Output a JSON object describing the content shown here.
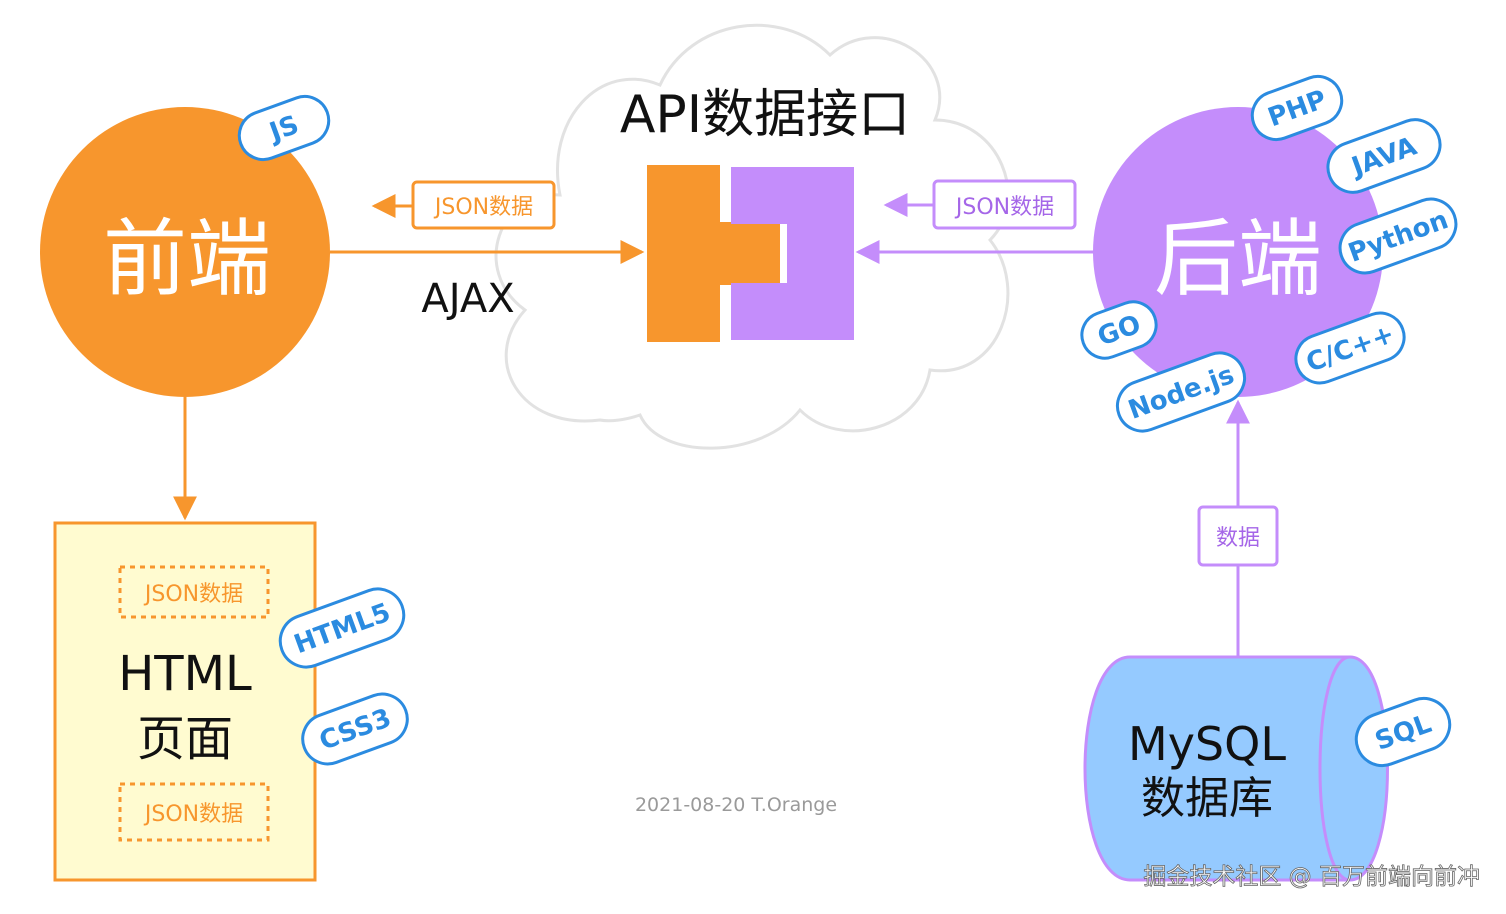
{
  "colors": {
    "orange": "#f7962d",
    "purple": "#c48dfb",
    "blue_tag": "#2b8be0",
    "doc_fill": "#fffbd0",
    "db_fill": "#95caff"
  },
  "api": {
    "title": "API数据接口"
  },
  "frontend": {
    "label": "前端",
    "tags": [
      "JS"
    ],
    "json_label": "JSON数据",
    "ajax_label": "AJAX"
  },
  "backend": {
    "label": "后端",
    "tags": [
      "PHP",
      "JAVA",
      "Python",
      "GO",
      "C/C++",
      "Node.js"
    ],
    "json_label": "JSON数据"
  },
  "html_page": {
    "line1": "HTML",
    "line2": "页面",
    "json_top": "JSON数据",
    "json_bottom": "JSON数据",
    "tags": [
      "HTML5",
      "CSS3"
    ]
  },
  "database": {
    "line1": "MySQL",
    "line2": "数据库",
    "tag": "SQL",
    "arrow_label": "数据"
  },
  "credit": "2021-08-20 T.Orange",
  "watermark": "掘金技术社区 @ 百万前端向前冲"
}
